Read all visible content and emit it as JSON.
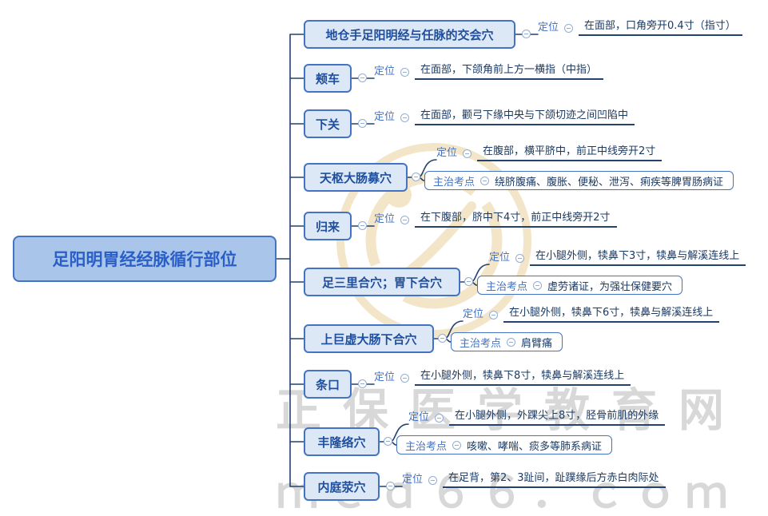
{
  "root": {
    "label": "足阳明胃经经脉循行部位"
  },
  "nodes": [
    {
      "label": "地仓手足阳明经与任脉的交会穴",
      "details": [
        {
          "label": "定位",
          "text": "在面部，口角旁开0.4寸（指寸）"
        }
      ]
    },
    {
      "label": "颊车",
      "details": [
        {
          "label": "定位",
          "text": "在面部，下颌角前上方一横指（中指）"
        }
      ]
    },
    {
      "label": "下关",
      "details": [
        {
          "label": "定位",
          "text": "在面部，颧弓下缘中央与下颌切迹之间凹陷中"
        }
      ]
    },
    {
      "label": "天枢大肠募穴",
      "details": [
        {
          "label": "定位",
          "text": "在腹部，横平脐中，前正中线旁开2寸"
        },
        {
          "label": "主治考点",
          "text": "绕脐腹痛、腹胀、便秘、泄泻、痢疾等脾胃肠病证"
        }
      ]
    },
    {
      "label": "归来",
      "details": [
        {
          "label": "定位",
          "text": "在下腹部，脐中下4寸，前正中线旁开2寸"
        }
      ]
    },
    {
      "label": "足三里合穴；胃下合穴",
      "details": [
        {
          "label": "定位",
          "text": "在小腿外侧，犊鼻下3寸，犊鼻与解溪连线上"
        },
        {
          "label": "主治考点",
          "text": "虚劳诸证，为强壮保健要穴"
        }
      ]
    },
    {
      "label": "上巨虚大肠下合穴",
      "details": [
        {
          "label": "定位",
          "text": "在小腿外侧，犊鼻下6寸，犊鼻与解溪连线上"
        },
        {
          "label": "主治考点",
          "text": "肩臂痛"
        }
      ]
    },
    {
      "label": "条口",
      "details": [
        {
          "label": "定位",
          "text": "在小腿外侧，犊鼻下8寸，犊鼻与解溪连线上"
        }
      ]
    },
    {
      "label": "丰隆络穴",
      "details": [
        {
          "label": "定位",
          "text": "在小腿外侧，外踝尖上8寸，胫骨前肌的外缘"
        },
        {
          "label": "主治考点",
          "text": "咳嗽、哮喘、痰多等肺系病证"
        }
      ]
    },
    {
      "label": "内庭荥穴",
      "details": [
        {
          "label": "定位",
          "text": "在足背，第2、3趾间，趾蹼缘后方赤白肉际处"
        }
      ]
    }
  ],
  "watermark": {
    "brand": "正保医学教育网",
    "domain": "ｍｅｄ６６．ｃｏｍ"
  },
  "colors": {
    "node_border": "#4472c4",
    "root_fill": "#a9c6ea",
    "topic_fill": "#dde8f7",
    "topic_text": "#1f4e9c",
    "root_text": "#2b5fc8",
    "connector_line": "#24426b",
    "detail_key": "#4472c4",
    "detail_text": "#1b3a63",
    "watermark_gray": "#d8d8d8",
    "watermark_tan": "#f3e5c8"
  }
}
